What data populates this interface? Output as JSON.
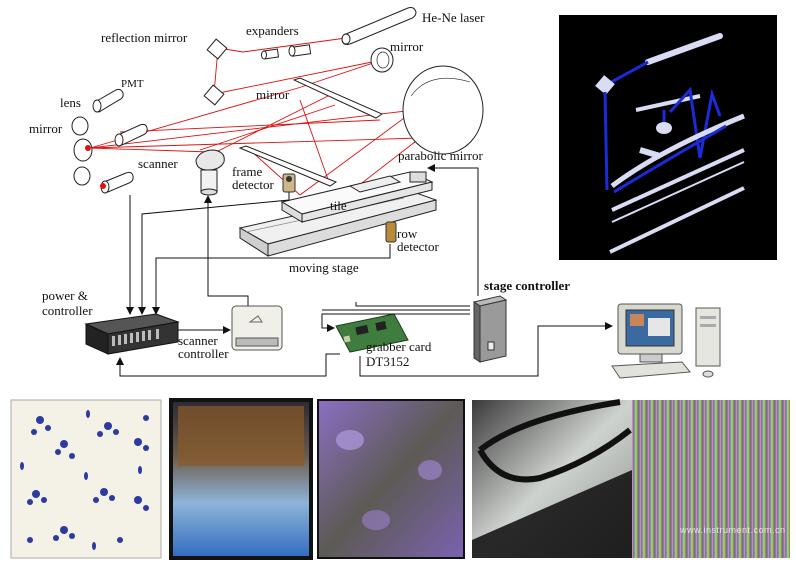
{
  "labels": {
    "laser": "He-Ne laser",
    "expanders": "expanders",
    "reflection_mirror": "reflection mirror",
    "mirror_top": "mirror",
    "mirror_mid": "mirror",
    "mirror_left": "mirror",
    "lens": "lens",
    "pmt": "PMT",
    "scanner": "scanner",
    "frame_detector_1": "frame",
    "frame_detector_2": "detector",
    "parabolic_mirror": "parabolic mirror",
    "tile": "tile",
    "row_detector_1": "row",
    "row_detector_2": "detector",
    "moving_stage": "moving stage",
    "power_controller_1": "power &",
    "power_controller_2": "controller",
    "scanner_controller_1": "scanner",
    "scanner_controller_2": "controller",
    "grabber_card_1": "grabber card",
    "grabber_card_2": "DT3152",
    "stage_controller": "stage controller"
  },
  "watermark": "www.instrument.com.cn",
  "colors": {
    "laser_beam": "#d11111",
    "render_background": "#000000",
    "render_beam": "#1a2bd8",
    "render_plates": "#d9dcf5"
  }
}
